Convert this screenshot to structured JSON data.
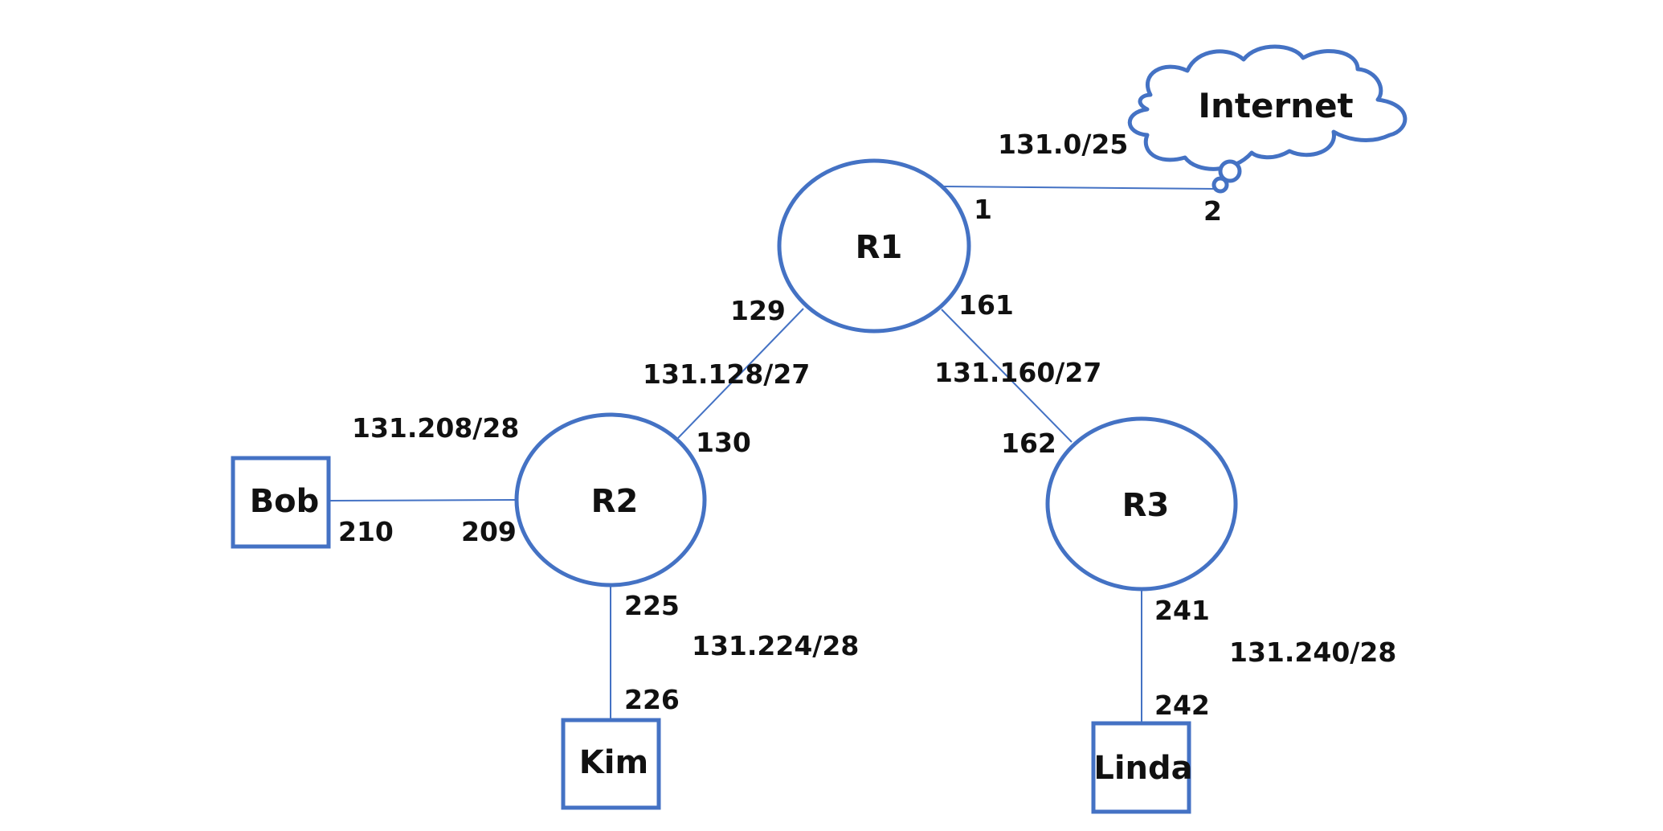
{
  "colors": {
    "shape_stroke": "#4472c4",
    "link_stroke": "#4472c4",
    "text": "#111111",
    "background": "#ffffff"
  },
  "nodes": {
    "internet": "Internet",
    "r1": "R1",
    "r2": "R2",
    "r3": "R3",
    "bob": "Bob",
    "kim": "Kim",
    "linda": "Linda"
  },
  "interfaces": {
    "r1_internet": "1",
    "internet_r1": "2",
    "r1_r2": "129",
    "r2_r1": "130",
    "r1_r3": "161",
    "r3_r1": "162",
    "r2_bob": "209",
    "bob_r2": "210",
    "r2_kim": "225",
    "kim_r2": "226",
    "r3_linda": "241",
    "linda_r3": "242"
  },
  "networks": {
    "r1_internet": "131.0/25",
    "r1_r2": "131.128/27",
    "r1_r3": "131.160/27",
    "r2_bob": "131.208/28",
    "r2_kim": "131.224/28",
    "r3_linda": "131.240/28"
  }
}
